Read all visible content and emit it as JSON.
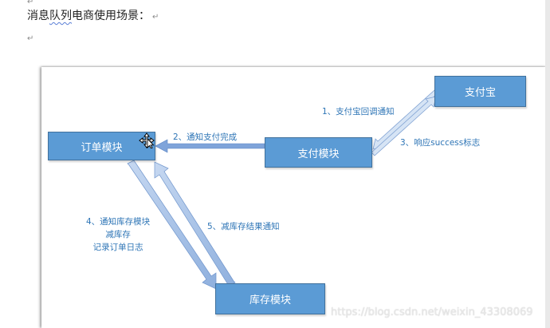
{
  "document": {
    "heading": "消息队列电商使用场景：",
    "heading_squiggle": "队列",
    "paragraph_mark": "↵"
  },
  "diagram": {
    "nodes": {
      "order": "订单模块",
      "payment": "支付模块",
      "alipay": "支付宝",
      "inventory": "库存模块"
    },
    "edges": {
      "alipay_callback": "1、支付宝回调通知",
      "notify_payment_done": "2、通知支付完成",
      "respond_success": "3、响应success标志",
      "notify_inventory_line1": "4、通知库存模块",
      "notify_inventory_line2": "减库存",
      "notify_inventory_line3": "记录订单日志",
      "inventory_result": "5、减库存结果通知"
    },
    "colors": {
      "box_fill": "#5b9bd5",
      "box_border": "#41719c",
      "label_text": "#2e75b6",
      "arrow_fill": "#a9c4e9"
    }
  },
  "watermark": "https://blog.csdn.net/weixin_43308069"
}
